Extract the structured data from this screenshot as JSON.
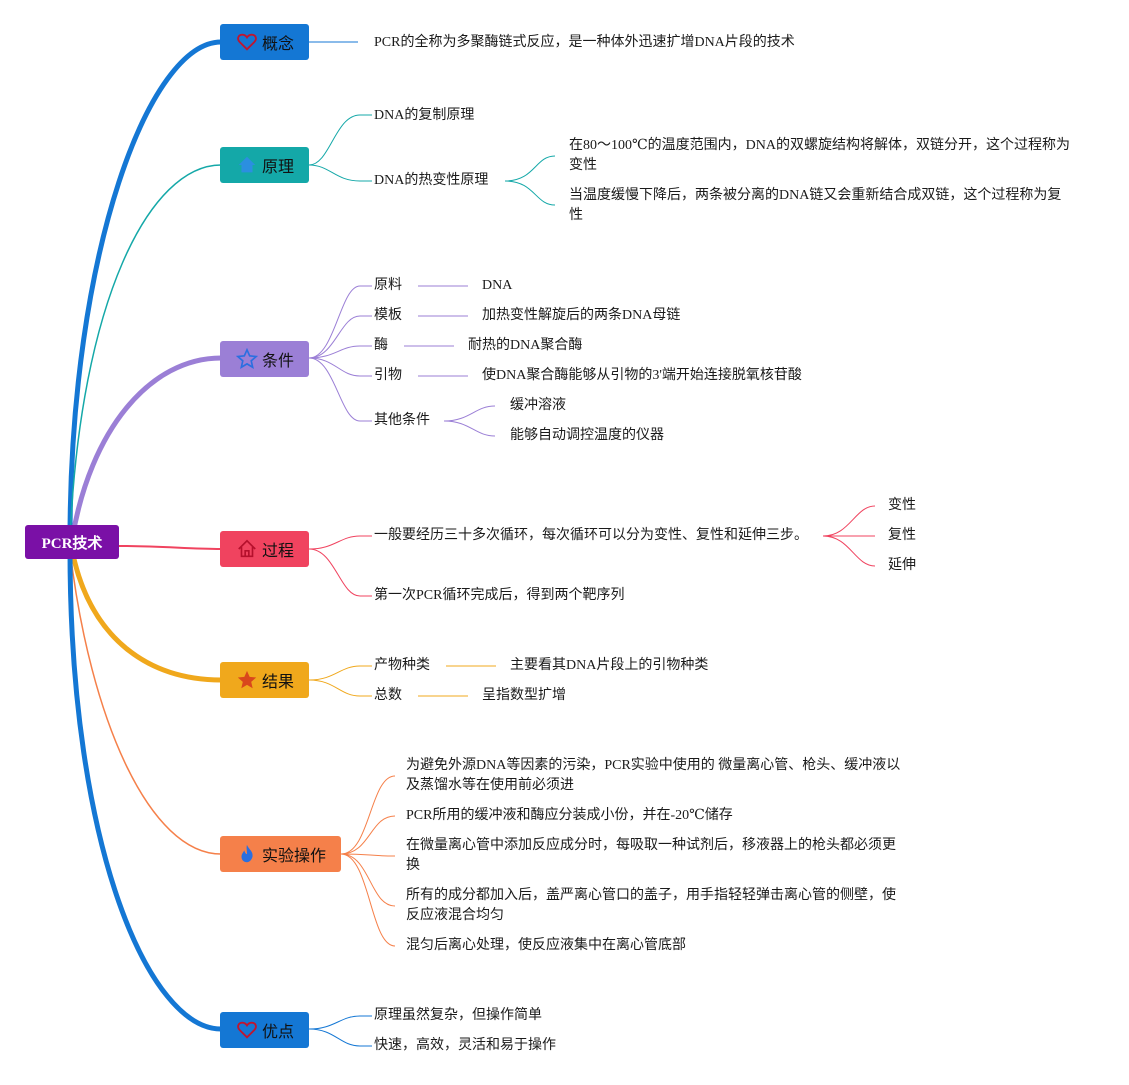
{
  "root": {
    "label": "PCR技术",
    "color": "#7a10a6"
  },
  "branches": [
    {
      "key": "concept",
      "label": "概念",
      "icon": "heart-icon",
      "color": "#1477d4"
    },
    {
      "key": "principle",
      "label": "原理",
      "icon": "home-icon",
      "color": "#14a8a8"
    },
    {
      "key": "condition",
      "label": "条件",
      "icon": "star-icon",
      "color": "#9b7fd6"
    },
    {
      "key": "process",
      "label": "过程",
      "icon": "home-icon",
      "color": "#f0435f"
    },
    {
      "key": "result",
      "label": "结果",
      "icon": "star-icon",
      "color": "#f0a81c"
    },
    {
      "key": "operation",
      "label": "实验操作",
      "icon": "flame-icon",
      "color": "#f5804a"
    },
    {
      "key": "advantage",
      "label": "优点",
      "icon": "heart-icon",
      "color": "#1477d4"
    }
  ],
  "concept": {
    "text": "PCR的全称为多聚酶链式反应，是一种体外迅速扩增DNA片段的技术"
  },
  "principle": {
    "item1": "DNA的复制原理",
    "item2": "DNA的热变性原理",
    "detail1": "在80～100℃的温度范围内，DNA的双螺旋结构将解体，双链分开，这个过程称为变性",
    "detail2": "当温度缓慢下降后，两条被分离的DNA链又会重新结合成双链，这个过程称为复性"
  },
  "condition": {
    "k1": "原料",
    "v1": "DNA",
    "k2": "模板",
    "v2": "加热变性解旋后的两条DNA母链",
    "k3": "酶",
    "v3": "耐热的DNA聚合酶",
    "k4": "引物",
    "v4": "使DNA聚合酶能够从引物的3'端开始连接脱氧核苷酸",
    "k5": "其他条件",
    "v5a": "缓冲溶液",
    "v5b": "能够自动调控温度的仪器"
  },
  "process": {
    "item1": "一般要经历三十多次循环，每次循环可以分为变性、复性和延伸三步。",
    "step1": "变性",
    "step2": "复性",
    "step3": "延伸",
    "item2": "第一次PCR循环完成后，得到两个靶序列"
  },
  "result": {
    "k1": "产物种类",
    "v1": "主要看其DNA片段上的引物种类",
    "k2": "总数",
    "v2": "呈指数型扩增"
  },
  "operation": {
    "item1": "为避免外源DNA等因素的污染，PCR实验中使用的 微量离心管、枪头、缓冲液以及蒸馏水等在使用前必须进",
    "item2": "PCR所用的缓冲液和酶应分装成小份，并在-20℃储存",
    "item3": "在微量离心管中添加反应成分时，每吸取一种试剂后，移液器上的枪头都必须更换",
    "item4": "所有的成分都加入后，盖严离心管口的盖子，用手指轻轻弹击离心管的侧壁，使反应液混合均匀",
    "item5": "混匀后离心处理，使反应液集中在离心管底部"
  },
  "advantage": {
    "item1": "原理虽然复杂，但操作简单",
    "item2": "快速，高效，灵活和易于操作"
  }
}
